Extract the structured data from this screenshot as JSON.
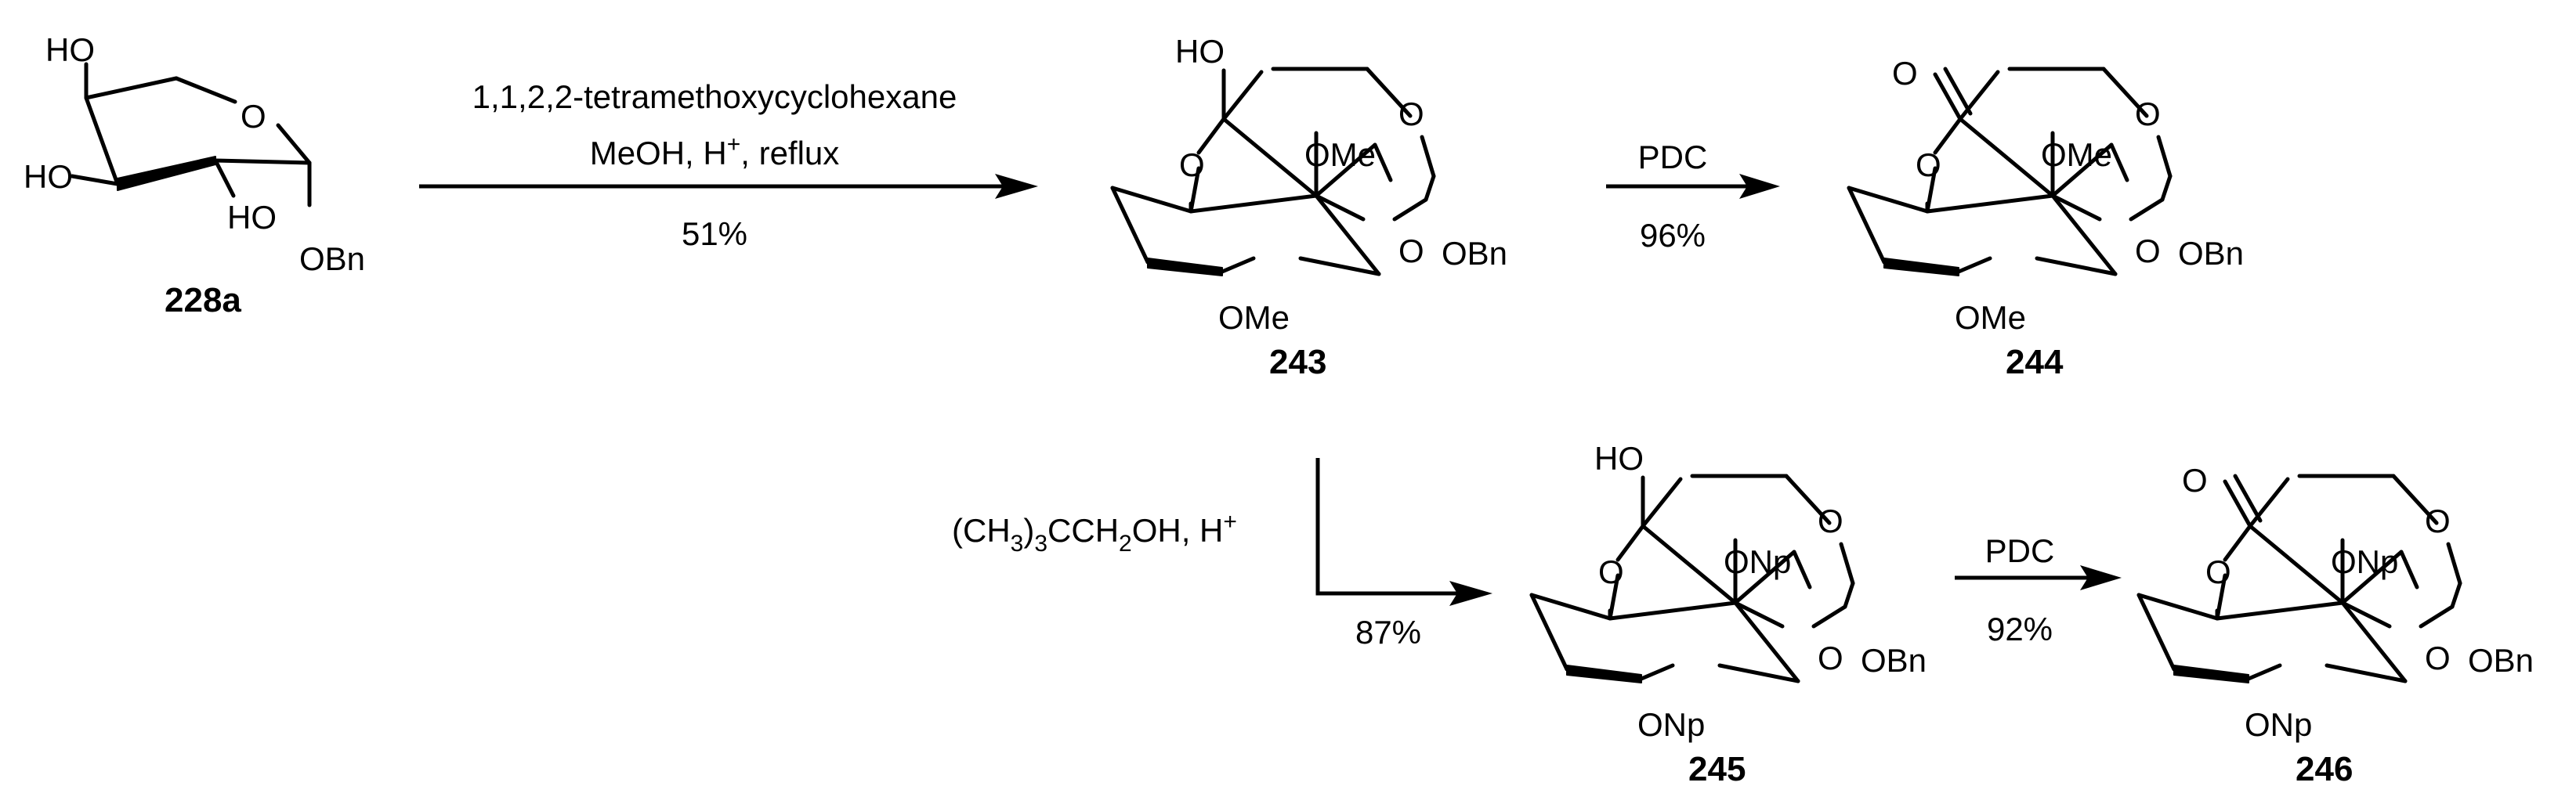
{
  "compounds": {
    "c228a": {
      "label": "228a",
      "HO_top": "HO",
      "HO_left": "HO",
      "HO_mid": "HO",
      "O_ring": "O",
      "OBn": "OBn"
    },
    "c243": {
      "label": "243",
      "HO": "HO",
      "O_ring": "O",
      "O_left": "O",
      "OMe_top": "OMe",
      "O_lower": "O",
      "OBn": "OBn",
      "OMe_bottom": "OMe"
    },
    "c244": {
      "label": "244",
      "O_keto": "O",
      "O_ring": "O",
      "O_left": "O",
      "OMe_top": "OMe",
      "O_lower": "O",
      "OBn": "OBn",
      "OMe_bottom": "OMe"
    },
    "c245": {
      "label": "245",
      "HO": "HO",
      "O_ring": "O",
      "O_left": "O",
      "ONp_top": "ONp",
      "O_lower": "O",
      "OBn": "OBn",
      "ONp_bottom": "ONp"
    },
    "c246": {
      "label": "246",
      "O_keto": "O",
      "O_ring": "O",
      "O_left": "O",
      "ONp_top": "ONp",
      "O_lower": "O",
      "OBn": "OBn",
      "ONp_bottom": "ONp"
    }
  },
  "reactions": {
    "r1": {
      "reagent1": "1,1,2,2-tetramethoxycyclohexane",
      "reagent2": "MeOH, H",
      "reagent2_sup": "+",
      "reagent2_tail": ", reflux",
      "yield": "51%"
    },
    "r2": {
      "reagent": "PDC",
      "yield": "96%"
    },
    "r3": {
      "reagent_a": "(CH",
      "reagent_sub1": "3",
      "reagent_b": ")",
      "reagent_sub2": "3",
      "reagent_c": "CCH",
      "reagent_sub3": "2",
      "reagent_d": "OH, H",
      "reagent_sup": "+",
      "yield": "87%"
    },
    "r4": {
      "reagent": "PDC",
      "yield": "92%"
    }
  }
}
